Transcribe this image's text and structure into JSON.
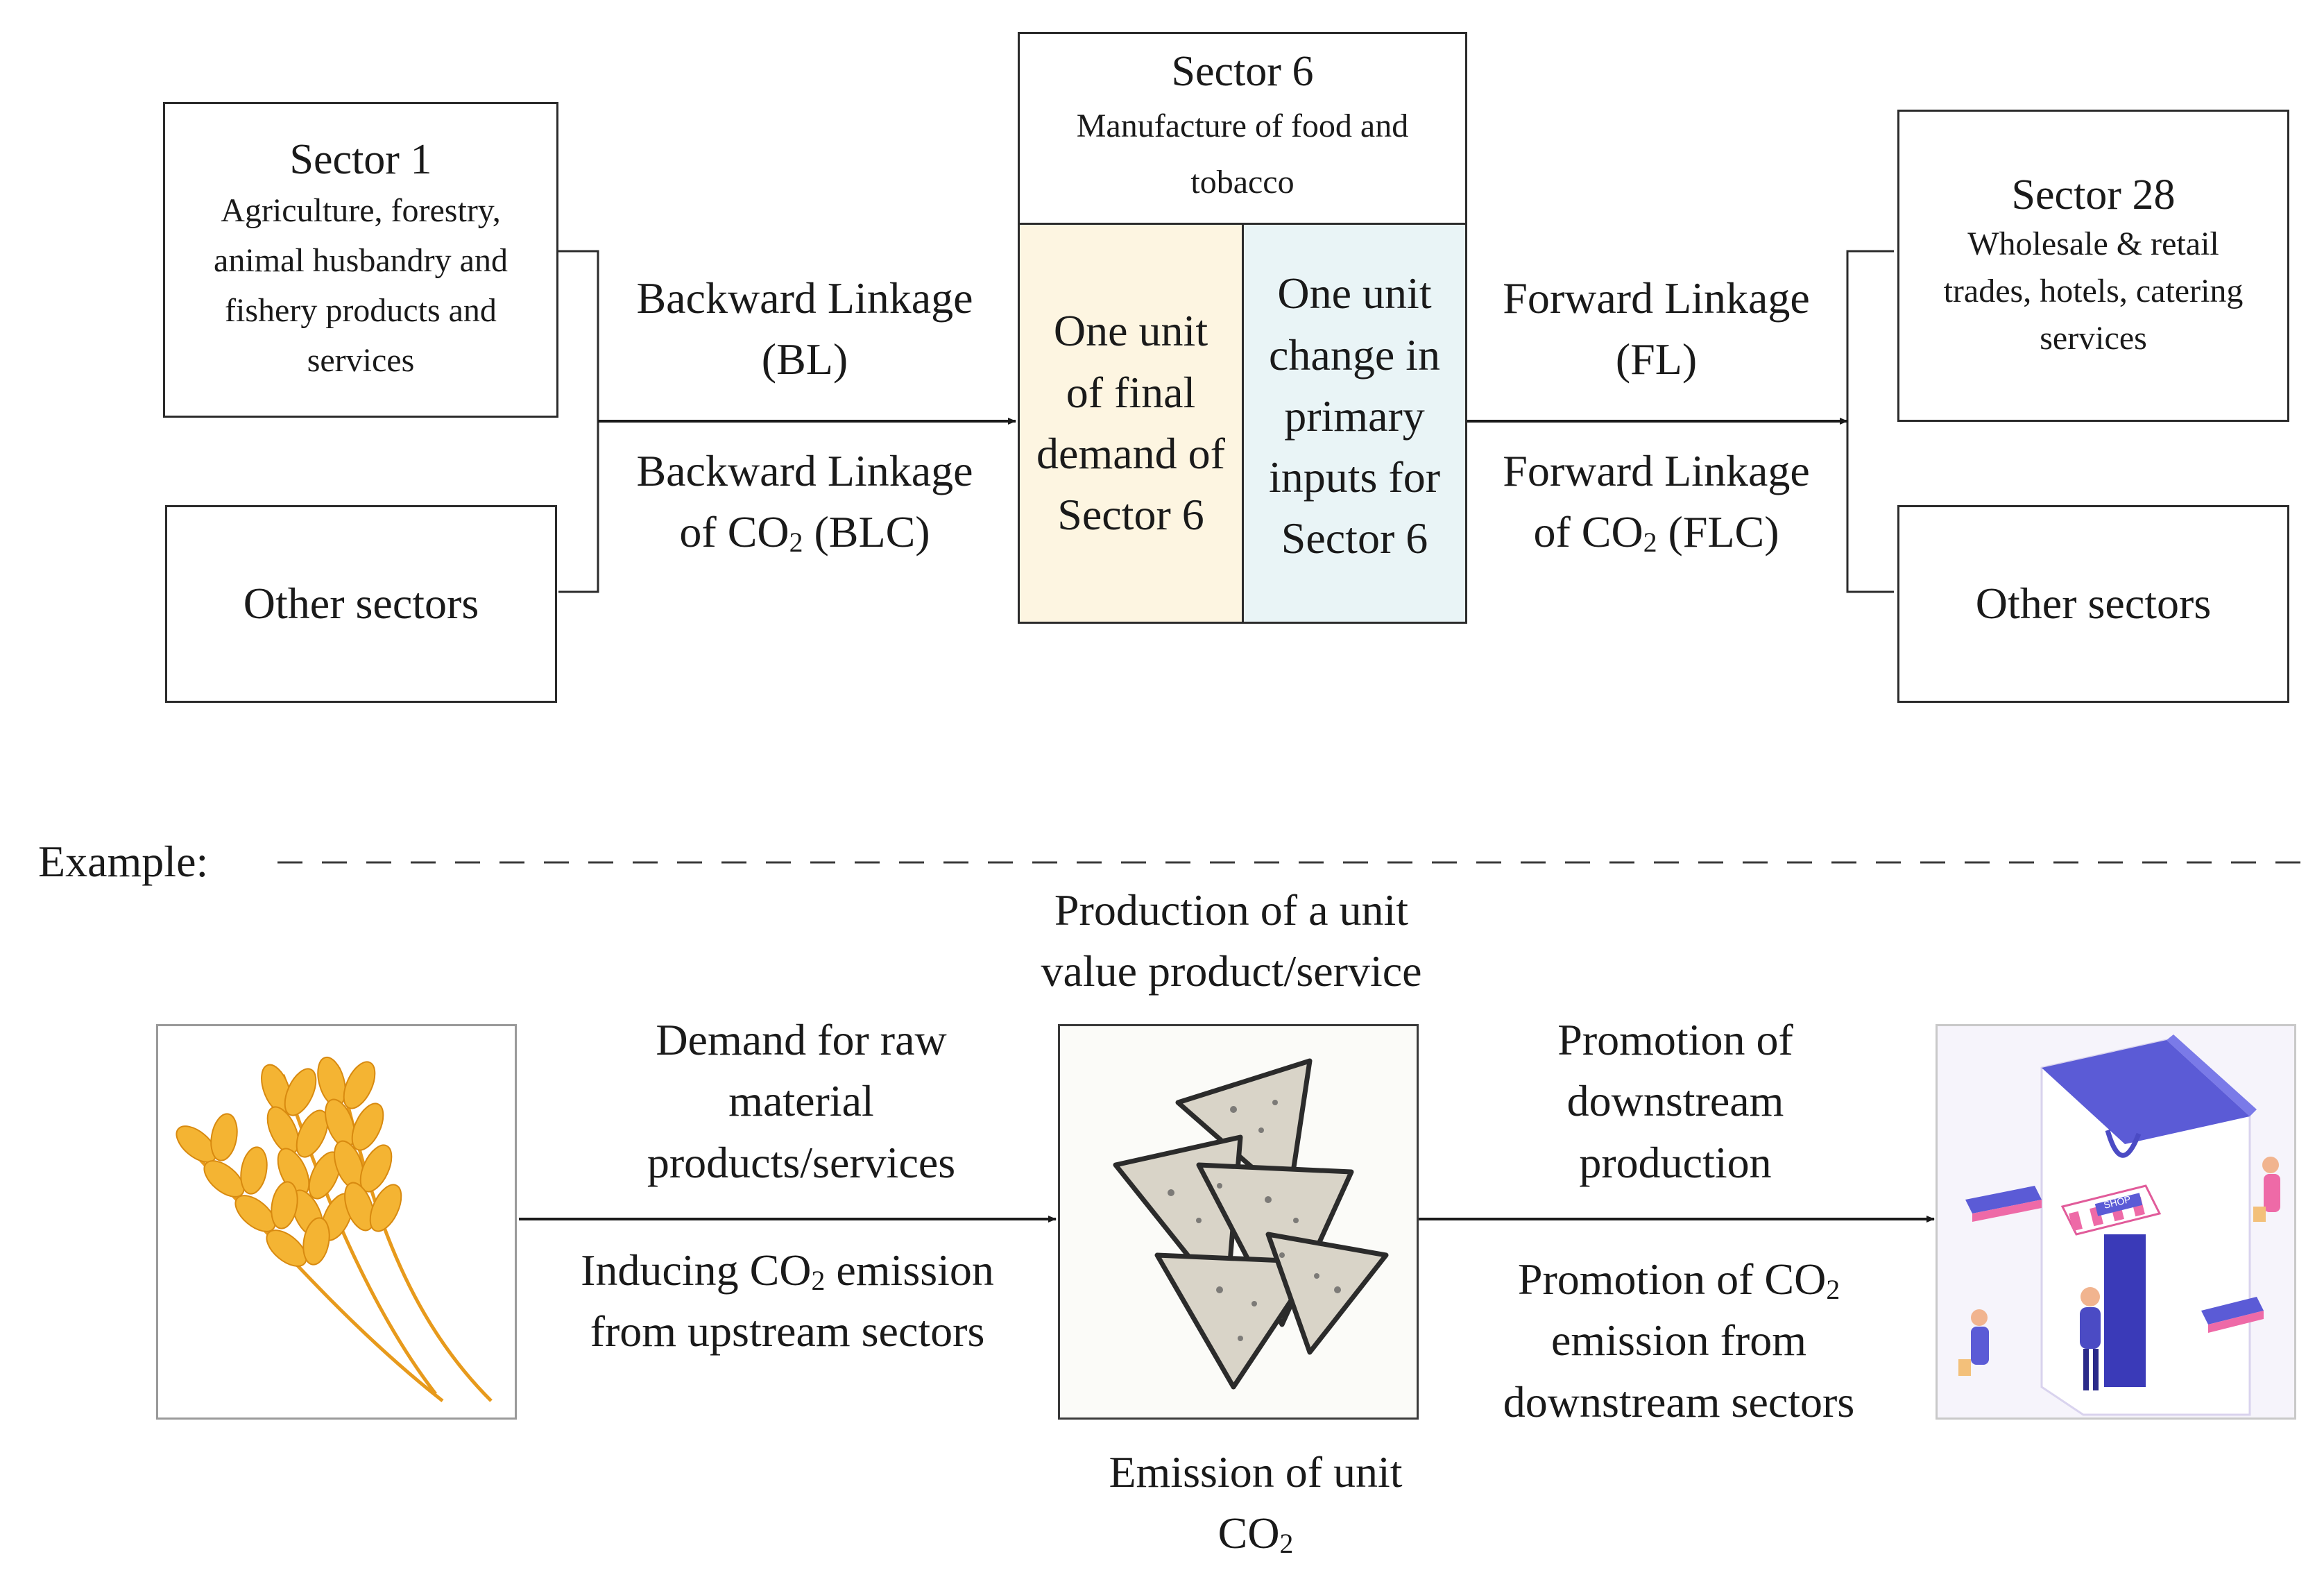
{
  "sector1": {
    "title": "Sector 1",
    "desc_lines": [
      "Agriculture, forestry,",
      "animal husbandry and",
      "fishery products and",
      "services"
    ]
  },
  "other_left": "Other sectors",
  "sector6": {
    "title": "Sector 6",
    "desc_lines": [
      "Manufacture of food and",
      "tobacco"
    ],
    "left_cell": [
      "One unit",
      "of final",
      "demand of",
      "Sector 6"
    ],
    "right_cell": [
      "One unit",
      "change in",
      "primary",
      "inputs for",
      "Sector 6"
    ],
    "left_cell_color": "#fdf5e1",
    "right_cell_color": "#e9f4f6"
  },
  "sector28": {
    "title": "Sector 28",
    "desc_lines": [
      "Wholesale & retail",
      "trades, hotels, catering",
      "services"
    ]
  },
  "other_right": "Other sectors",
  "bl": {
    "line1": "Backward Linkage",
    "line2": "(BL)"
  },
  "blc": {
    "line1": "Backward Linkage",
    "pre": "of CO",
    "sub": "2",
    "post": " (BLC)"
  },
  "fl": {
    "line1": "Forward Linkage",
    "line2": "(FL)"
  },
  "flc": {
    "line1": "Forward Linkage",
    "pre": "of CO",
    "sub": "2",
    "post": " (FLC)"
  },
  "example_label": "Example:",
  "production": [
    "Production of a unit",
    "value product/service"
  ],
  "demand": [
    "Demand for raw",
    "material",
    "products/services"
  ],
  "inducing": {
    "pre": "Inducing CO",
    "sub": "2",
    "post": " emission",
    "line2": "from upstream sectors"
  },
  "promotion": [
    "Promotion of",
    "downstream",
    "production"
  ],
  "promotion_co2": {
    "pre": "Promotion of CO",
    "sub": "2",
    "line2": "emission from",
    "line3": "downstream sectors"
  },
  "emission": {
    "line1": "Emission of unit",
    "pre": "CO",
    "sub": "2"
  },
  "icons": {
    "left": "wheat-icon",
    "center": "chips-icon",
    "right": "shop-icon",
    "shop_sign": "SHOP"
  }
}
